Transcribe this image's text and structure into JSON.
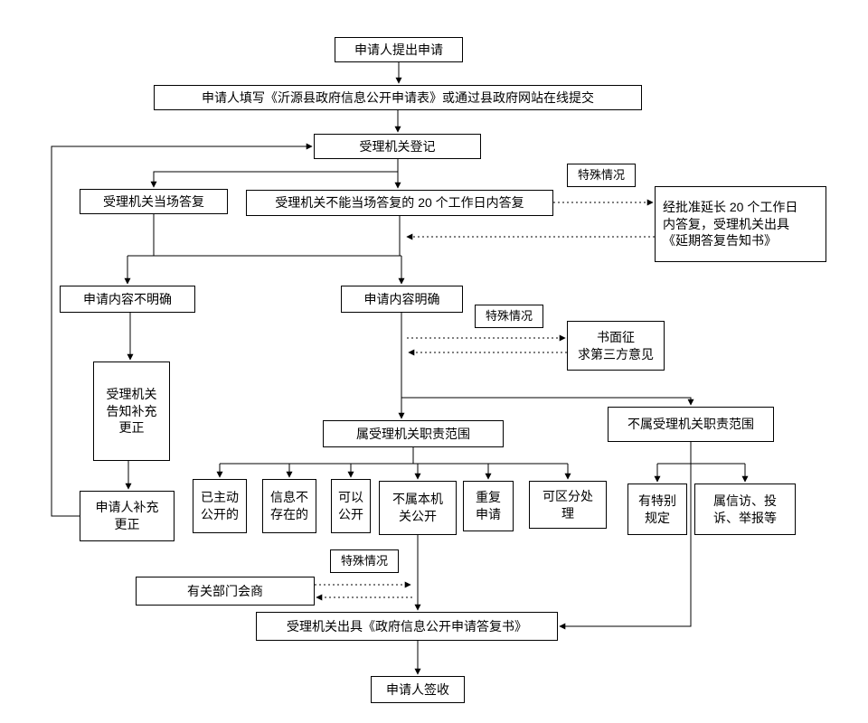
{
  "nodes": {
    "apply": "申请人提出申请",
    "fill_form": "申请人填写《沂源县政府信息公开申请表》或通过县政府网站在线提交",
    "register": "受理机关登记",
    "onspot_reply": "受理机关当场答复",
    "not_onspot_reply": "受理机关不能当场答复的 20 个工作日内答复",
    "special_case_1": "特殊情况",
    "extend_reply": "经批准延长 20 个工作日\n内答复，受理机关出具\n《延期答复告知书》",
    "content_unclear": "申请内容不明确",
    "content_clear": "申请内容明确",
    "special_case_2": "特殊情况",
    "third_party": "书面征\n求第三方意见",
    "notify_supplement": "受理机关\n告知补充\n更正",
    "in_scope": "属受理机关职责范围",
    "out_scope": "不属受理机关职责范围",
    "already_public": "已主动\n公开的",
    "not_exist": "信息不\n存在的",
    "can_public": "可以\n公开",
    "not_this_org": "不属本机\n关公开",
    "repeat_apply": "重复\n申请",
    "divisible": "可区分处\n理",
    "special_rule": "有特别\n规定",
    "petition": "属信访、投\n诉、举报等",
    "applicant_supplement": "申请人补充\n更正",
    "special_case_3": "特殊情况",
    "dept_consult": "有关部门会商",
    "issue_reply": "受理机关出具《政府信息公开申请答复书》",
    "sign": "申请人签收"
  },
  "colors": {
    "line": "#000000",
    "box_border": "#000000",
    "background": "#ffffff"
  }
}
